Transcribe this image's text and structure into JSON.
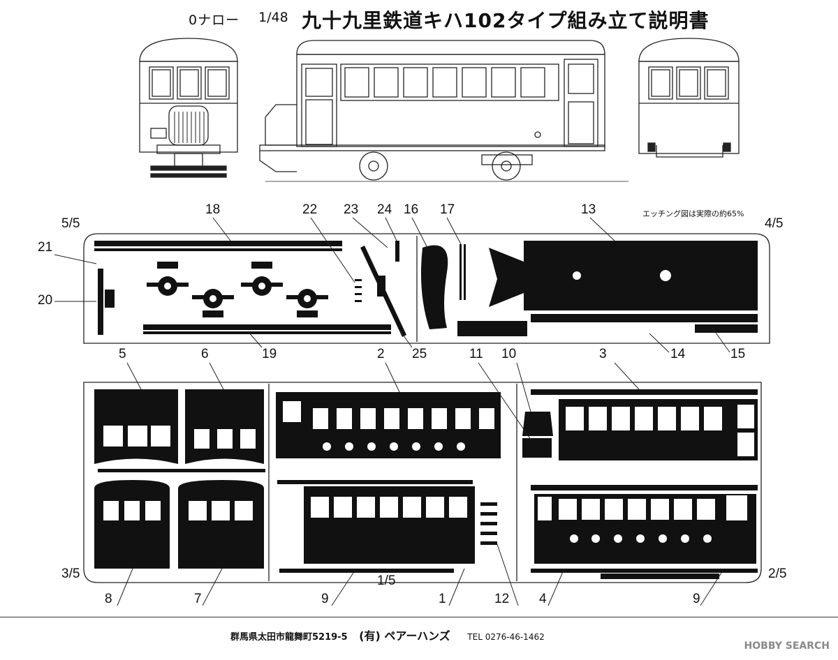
{
  "header": {
    "gauge": "0ナロー",
    "scale": "1/48",
    "title": "九十九里鉄道キハ102タイプ組み立て説明書"
  },
  "note": "エッチング図は実際の約65%",
  "sheets": {
    "s55": "5/5",
    "s45": "4/5",
    "s35": "3/5",
    "s25": "2/5",
    "s15": "1/5"
  },
  "parts": {
    "p1": "1",
    "p2": "2",
    "p3": "3",
    "p4": "4",
    "p5": "5",
    "p6": "6",
    "p7": "7",
    "p8": "8",
    "p9a": "9",
    "p9b": "9",
    "p10": "10",
    "p11": "11",
    "p12": "12",
    "p13": "13",
    "p14": "14",
    "p15": "15",
    "p16": "16",
    "p17": "17",
    "p18": "18",
    "p19": "19",
    "p20": "20",
    "p21": "21",
    "p22": "22",
    "p23": "23",
    "p24": "24",
    "p25": "25"
  },
  "footer": {
    "address": "群馬県太田市龍舞町5219-5",
    "company": "(有) ペアーハンズ",
    "tel": "TEL 0276-46-1462"
  },
  "watermark": "HOBBY SEARCH"
}
